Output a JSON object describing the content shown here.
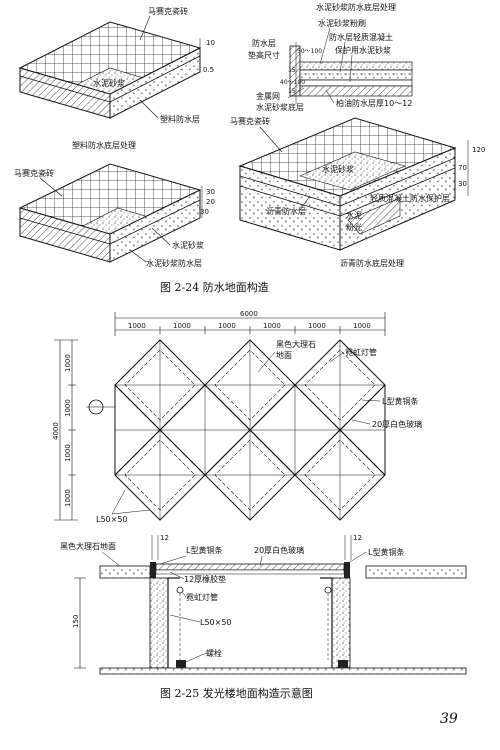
{
  "figure_24": {
    "caption": "图 2-24  防水地面构造",
    "panel_a": {
      "title": "塑料防水底层处理",
      "tile_label": "马赛克瓷砖",
      "mortar_label": "水泥砂浆",
      "layer_label": "塑料防水层",
      "dim_top": "10",
      "dim_bottom": "0.5"
    },
    "panel_b": {
      "tile_label": "马赛克瓷砖",
      "mortar_label": "水泥砂浆",
      "layer_label": "水泥砂浆防水层",
      "dim_a": "30",
      "dim_b": "20",
      "dim_c": "30"
    },
    "panel_c": {
      "label_1": "水泥砂浆防水底层处理",
      "label_2": "水泥砂浆粉刷",
      "label_3": "防水层轻质混凝土",
      "label_4": "保护用水泥砂浆",
      "label_5": "防水层",
      "label_6": "垫高尺寸",
      "label_7": "金属网",
      "label_8": "水泥砂浆底层",
      "label_9": "柏油防水层厚10～12",
      "dim_1": "50～100",
      "dim_2": "15",
      "dim_3": "40～100",
      "dim_4": "15"
    },
    "panel_d": {
      "title": "沥青防水底层处理",
      "tile_label": "马赛克瓷砖",
      "mortar_label": "水泥砂浆",
      "layer_label": "沥青防水层",
      "label_light": "轻质混凝土防水保护层",
      "label_powder_1": "水泥",
      "label_powder_2": "粉光",
      "dim_1": "30",
      "dim_2": "70",
      "dim_3": "120"
    }
  },
  "figure_25": {
    "caption": "图 2-25  发光楼地面构造示意图",
    "plan": {
      "overall_width": "6000",
      "width_segments": [
        "1000",
        "1000",
        "1000",
        "1000",
        "1000",
        "1000"
      ],
      "overall_height": "4000",
      "height_segments": [
        "1000",
        "1000",
        "1000",
        "1000"
      ],
      "label_marble": "黑色大理石",
      "label_marble_2": "地面",
      "label_neon": "霓虹灯管",
      "label_brass": "L型黄铜条",
      "label_glass": "20厚白色玻璃",
      "label_angle": "L50×50"
    },
    "section": {
      "label_marble": "黑色大理石地面",
      "label_brass_left": "L型黄铜条",
      "label_glass": "20厚白色玻璃",
      "label_brass_right": "L型黄铜条",
      "label_rubber": "12厚橡胶垫",
      "label_neon": "霓虹灯管",
      "label_angle": "L50×50",
      "label_bolt": "螺栓",
      "dim_12_left": "12",
      "dim_12_right": "12",
      "dim_150": "150"
    }
  },
  "page_number": "39"
}
